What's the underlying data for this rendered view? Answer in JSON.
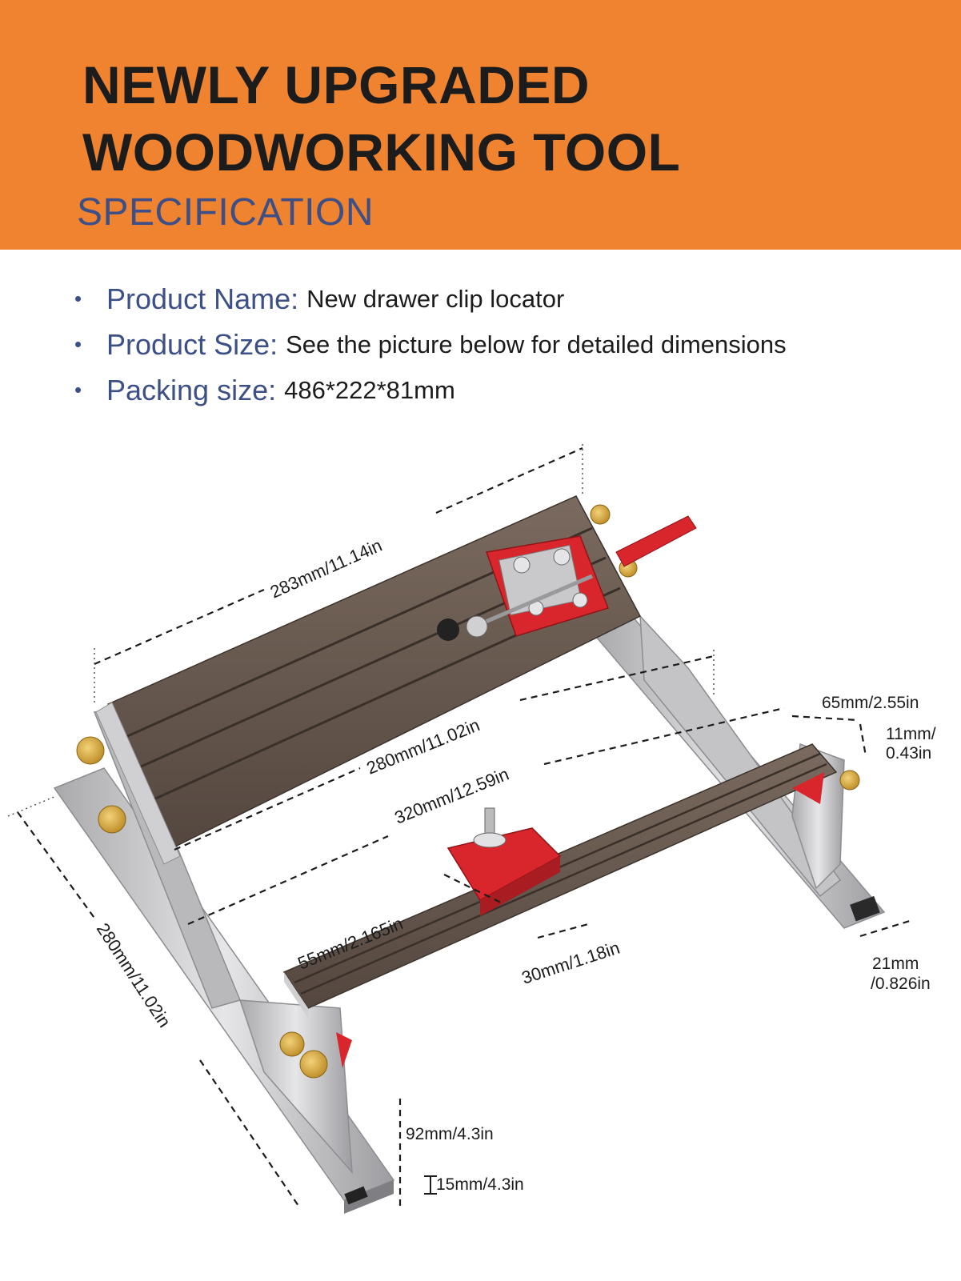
{
  "header": {
    "title_line1": "NEWLY UPGRADED",
    "title_line2": "WOODWORKING TOOL",
    "subtitle": "SPECIFICATION"
  },
  "specs": [
    {
      "label": "Product Name:",
      "value": "New drawer clip locator"
    },
    {
      "label": "Product Size:",
      "value": "See the picture below for detailed dimensions"
    },
    {
      "label": "Packing size:",
      "value": "486*222*81mm"
    }
  ],
  "dimensions": {
    "top_length": "283mm/11.14in",
    "inner_length": "280mm/11.02in",
    "rail_length": "320mm/12.59in",
    "side_depth": "280mm/11.02in",
    "rail_width": "65mm/2.55in",
    "rail_thickness_1": "11mm/",
    "rail_thickness_2": "0.43in",
    "block_length": "55mm/2.165in",
    "block_width": "30mm/1.18in",
    "tube_1": "21mm",
    "tube_2": "/0.826in",
    "height": "92mm/4.3in",
    "base_height": "15mm/4.3in"
  },
  "colors": {
    "banner": "#ef8330",
    "title": "#1c1c1c",
    "accent": "#3c4f86",
    "rail": "#6b5a50",
    "clamp_red": "#d9262c",
    "knob_gold": "#d4a437",
    "steel": "#c9c9cb"
  }
}
